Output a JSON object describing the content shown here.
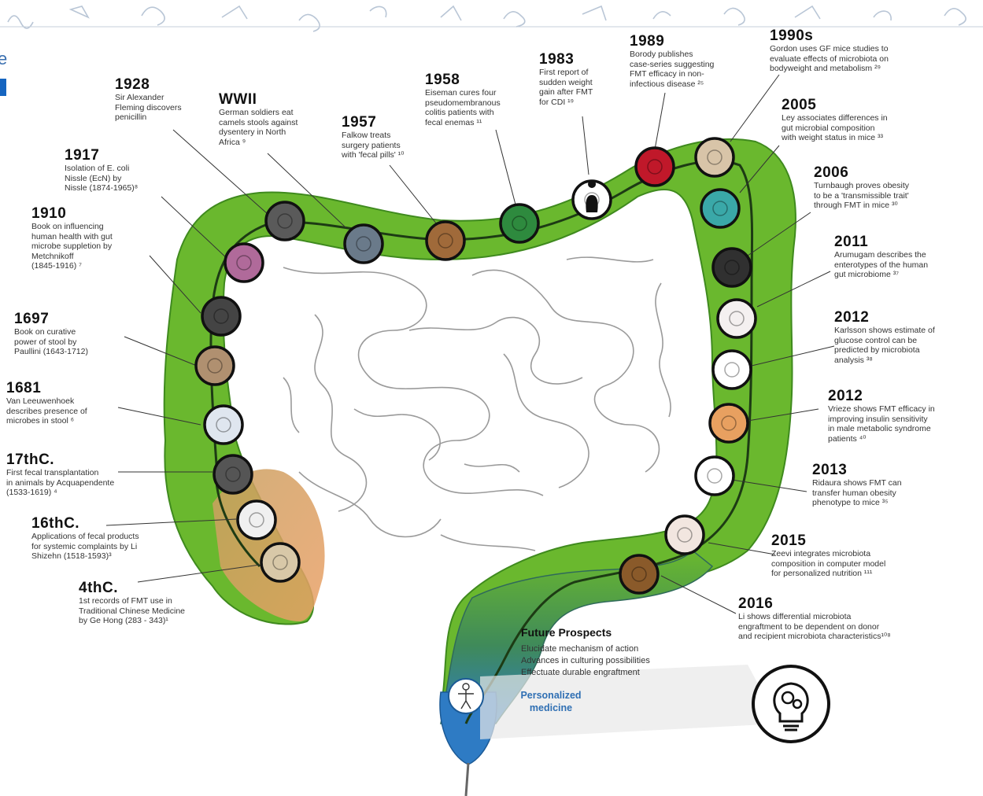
{
  "header": {
    "fragment_text": "e",
    "colors": {
      "doodle": "#b9c6d6",
      "bar": "#1565c0"
    }
  },
  "colors": {
    "colon_green": "#6ab82e",
    "colon_dark": "#3f8a1e",
    "colon_orange": "#e6a46a",
    "rectum_blue": "#2e7bc4",
    "intestine_line": "#9a9a9a",
    "accent_blue": "#2f6fb3"
  },
  "timeline": [
    {
      "id": "4thc",
      "year": "4thC.",
      "desc": "1st records of FMT use in\nTraditional Chinese Medicine\nby Ge Hong (283 -  343)¹",
      "icon": "ge-hong-portrait-icon"
    },
    {
      "id": "16thc",
      "year": "16thC.",
      "desc": "Applications of fecal products\nfor systemic complaints by Li\nShizehn (1518-1593)³",
      "icon": "li-shizehn-portrait-icon"
    },
    {
      "id": "17thc",
      "year": "17thC.",
      "desc": "First fecal transplantation\nin animals by Acquapendente\n(1533-1619) ⁴",
      "icon": "acquapendente-portrait-icon"
    },
    {
      "id": "1681",
      "year": "1681",
      "desc": "Van Leeuwenhoek\ndescribes presence of\nmicrobes in stool ⁶",
      "icon": "microbes-icon"
    },
    {
      "id": "1697",
      "year": "1697",
      "desc": "Book on curative\npower of stool by\nPaullini (1643-1712)",
      "icon": "book-icon"
    },
    {
      "id": "1910",
      "year": "1910",
      "desc": "Book on influencing\nhuman health with gut\nmicrobe suppletion by\nMetchnikoff\n(1845-1916) ⁷",
      "icon": "metchnikoff-portrait-icon"
    },
    {
      "id": "1917",
      "year": "1917",
      "desc": "Isolation of E. coli\nNissle (EcN) by\nNissle (1874-1965)⁸",
      "icon": "ecoli-icon"
    },
    {
      "id": "1928",
      "year": "1928",
      "desc": "Sir Alexander\nFleming discovers\npenicillin",
      "icon": "fleming-portrait-icon"
    },
    {
      "id": "wwii",
      "year": "WWII",
      "desc": "German soldiers eat\ncamels stools against\ndysentery in North\nAfrica ⁹",
      "icon": "soldiers-icon"
    },
    {
      "id": "1957",
      "year": "1957",
      "desc": "Falkow treats\nsurgery patients\nwith 'fecal pills' ¹⁰",
      "icon": "pill-icon"
    },
    {
      "id": "1958",
      "year": "1958",
      "desc": "Eiseman cures four\npseudomembranous\ncolitis patients with\nfecal enemas ¹¹",
      "icon": "enema-icon"
    },
    {
      "id": "1983",
      "year": "1983",
      "desc": "First report of\nsudden weight\ngain after FMT\nfor CDI ¹⁹",
      "icon": "person-silhouette-icon"
    },
    {
      "id": "1989",
      "year": "1989",
      "desc": "Borody publishes\ncase-series suggesting\nFMT efficacy in non-\ninfectious disease ²⁵",
      "icon": "tissue-icon"
    },
    {
      "id": "1990s",
      "year": "1990s",
      "desc": "Gordon uses GF mice studies to\nevaluate effects of microbiota on\nbodyweight and metabolism ²⁹",
      "icon": "mouse-icon"
    },
    {
      "id": "2005",
      "year": "2005",
      "desc": "Ley associates differences in\ngut microbial composition\nwith weight status in mice ³³",
      "icon": "bacteria-icon"
    },
    {
      "id": "2006",
      "year": "2006",
      "desc": "Turnbaugh proves obesity\nto be a 'transmissible trait'\nthrough FMT in mice ³⁰",
      "icon": "obese-mouse-icon"
    },
    {
      "id": "2011",
      "year": "2011",
      "desc": "Arumugam describes the\nenterotypes of the human\ngut microbiome ³⁷",
      "icon": "tree-icon"
    },
    {
      "id": "2012a",
      "year": "2012",
      "desc": "Karlsson shows estimate of\nglucose control can be\npredicted by microbiota\nanalysis ³⁸",
      "icon": "glucose-meter-icon"
    },
    {
      "id": "2012b",
      "year": "2012",
      "desc": "Vrieze shows FMT efficacy in\nimproving insulin sensitivity\nin male metabolic syndrome\npatients ⁴⁰",
      "icon": "organs-icon"
    },
    {
      "id": "2013",
      "year": "2013",
      "desc": "Ridaura shows FMT can\ntransfer human obesity\nphenotype to mice ³⁵",
      "icon": "twins-icon"
    },
    {
      "id": "2015",
      "year": "2015",
      "desc": "Zeevi integrates microbiota\ncomposition in computer model\nfor personalized nutrition ¹¹¹",
      "icon": "dna-icon"
    },
    {
      "id": "2016",
      "year": "2016",
      "desc": "Li shows differential microbiota\nengraftment to be dependent on donor\nand recipient microbiota characteristics¹⁰⁸",
      "icon": "food-icon"
    }
  ],
  "future": {
    "title": "Future Prospects",
    "items": [
      "Elucidate mechanism of action",
      "Advances in culturing possibilities",
      "Effectuate durable engraftment"
    ]
  },
  "personalized": {
    "label": "Personalized\nmedicine",
    "icon": "human-figure-icon"
  },
  "bulb": {
    "icon": "lightbulb-gears-icon"
  }
}
